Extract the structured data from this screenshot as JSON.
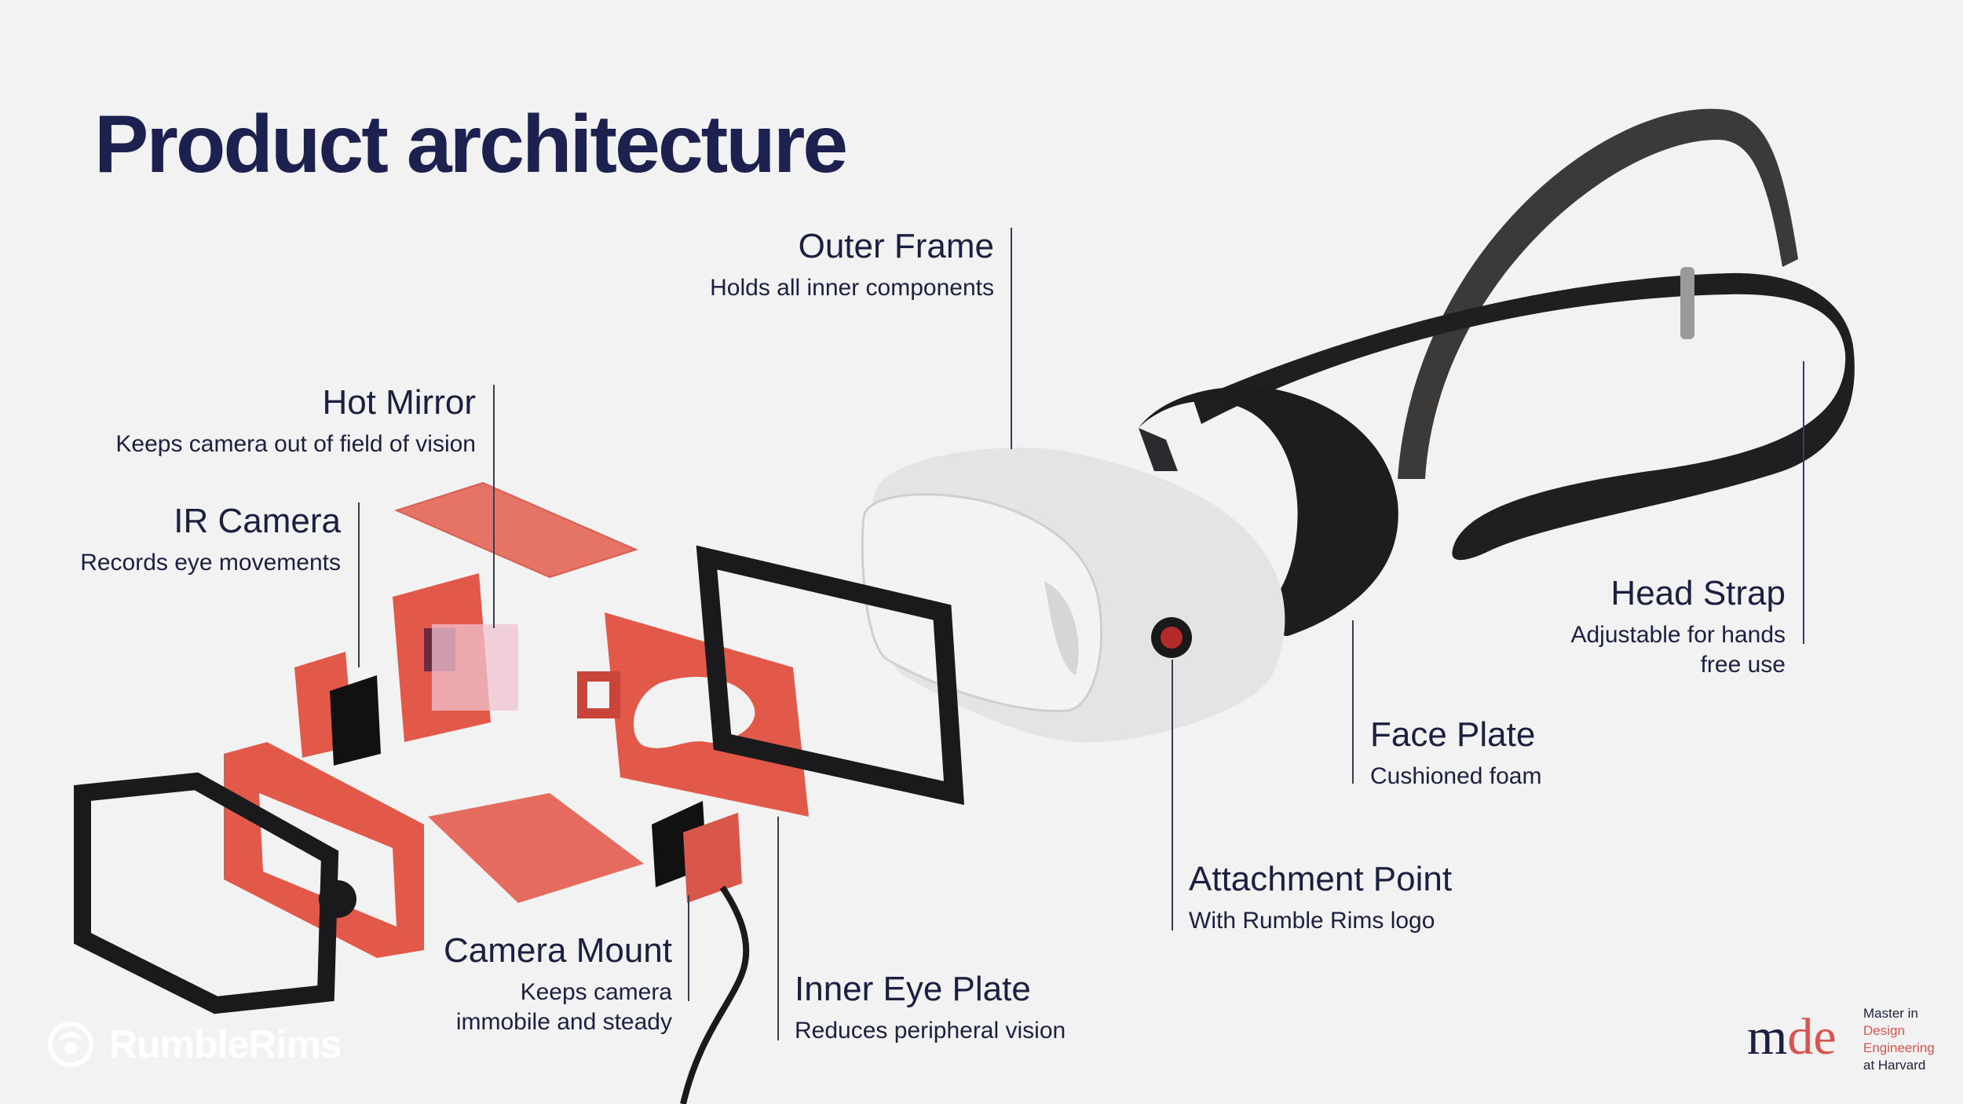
{
  "title": "Product architecture",
  "labels": {
    "outer_frame": {
      "head": "Outer Frame",
      "sub": "Holds all inner components"
    },
    "hot_mirror": {
      "head": "Hot Mirror",
      "sub": "Keeps camera out of field of vision"
    },
    "ir_camera": {
      "head": "IR Camera",
      "sub": "Records eye movements"
    },
    "head_strap": {
      "head": "Head Strap",
      "sub1": "Adjustable for hands",
      "sub2": "free use"
    },
    "face_plate": {
      "head": "Face Plate",
      "sub": "Cushioned foam"
    },
    "attachment_point": {
      "head": "Attachment Point",
      "sub": "With Rumble Rims logo"
    },
    "camera_mount": {
      "head": "Camera Mount",
      "sub1": "Keeps camera",
      "sub2": "immobile and steady"
    },
    "inner_eye_plate": {
      "head": "Inner Eye Plate",
      "sub": "Reduces peripheral vision"
    }
  },
  "branding": {
    "rumblerims": "RumbleRims",
    "mde": {
      "m": "m",
      "de": "de",
      "line1": "Master in",
      "line2": "Design",
      "line3": "Engineering",
      "line4": "at Harvard"
    }
  },
  "colors": {
    "title": "#1c2150",
    "accent_red": "#d9534f",
    "background": "#f1f2f1"
  }
}
